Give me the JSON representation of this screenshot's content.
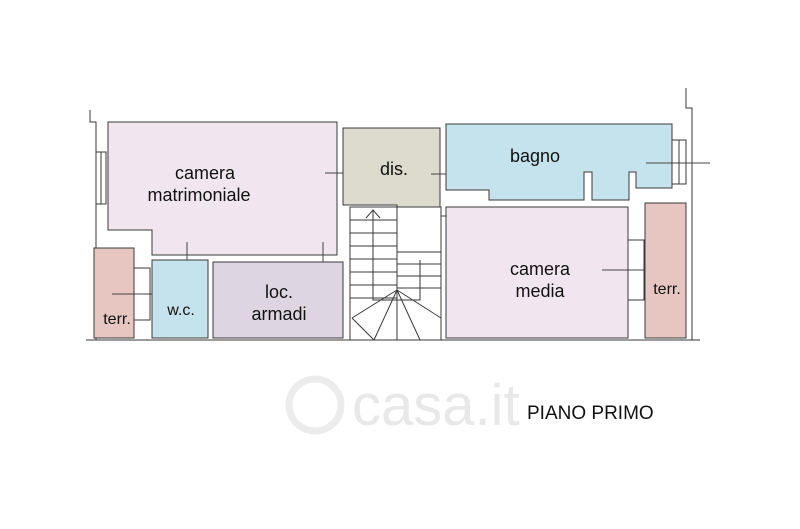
{
  "plan": {
    "caption": "PIANO PRIMO",
    "watermark": "casa.it",
    "rooms": {
      "camera_matrimoniale": {
        "line1": "camera",
        "line2": "matrimoniale"
      },
      "dis": {
        "label": "dis."
      },
      "bagno": {
        "label": "bagno"
      },
      "wc": {
        "label": "w.c."
      },
      "loc_armadi": {
        "line1": "loc.",
        "line2": "armadi"
      },
      "camera_media": {
        "line1": "camera",
        "line2": "media"
      },
      "terr_left": {
        "label": "terr."
      },
      "terr_right": {
        "label": "terr."
      }
    },
    "colors": {
      "bedroom": "#f1e6f0",
      "bathroom": "#c5e3ec",
      "hall": "#dcdbcd",
      "closet": "#ddd5e2",
      "terrace": "#e7c6c2",
      "wall": "#3a3a3a"
    }
  }
}
